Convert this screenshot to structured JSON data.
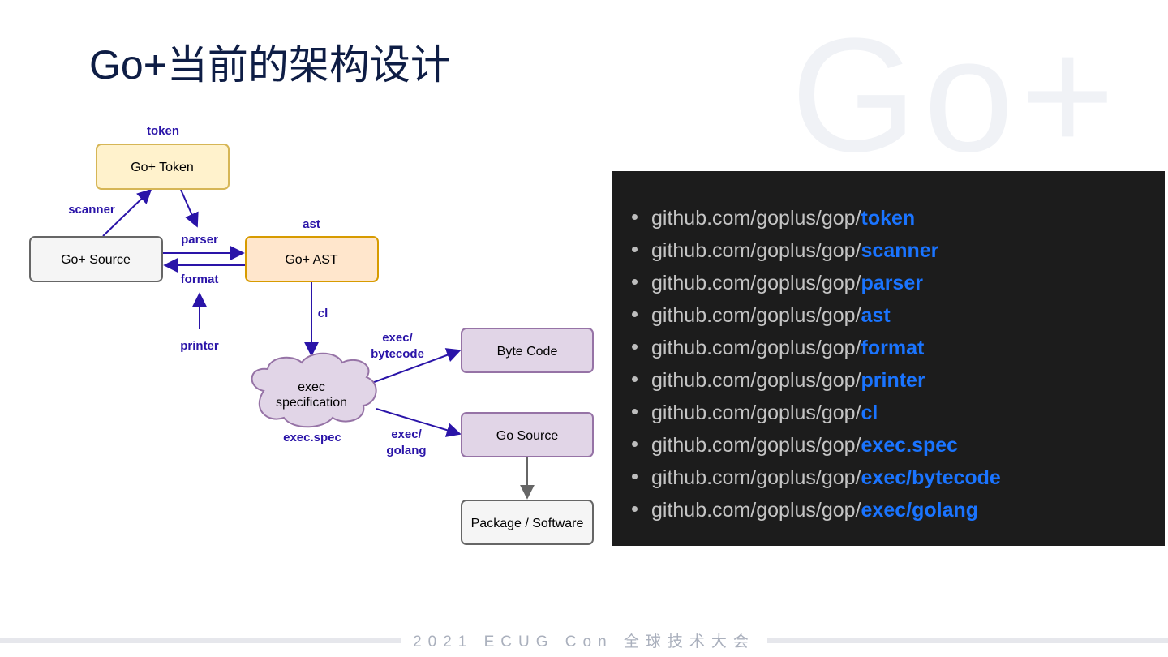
{
  "slide": {
    "title": "Go+当前的架构设计",
    "watermark": "Go+",
    "footer": "2021 ECUG Con 全球技术大会"
  },
  "diagram": {
    "nodes": {
      "token": "Go+ Token",
      "source": "Go+ Source",
      "ast": "Go+ AST",
      "exec_line1": "exec",
      "exec_line2": "specification",
      "bytecode": "Byte Code",
      "gosource": "Go Source",
      "package": "Package / Software"
    },
    "labels": {
      "token": "token",
      "scanner": "scanner",
      "parser": "parser",
      "ast": "ast",
      "format": "format",
      "printer": "printer",
      "cl": "cl",
      "exec_bytecode_1": "exec/",
      "exec_bytecode_2": "bytecode",
      "exec_spec": "exec.spec",
      "exec_golang_1": "exec/",
      "exec_golang_2": "golang"
    },
    "colors": {
      "arrow": "#2a14a8",
      "token_fill": "#fff2cc",
      "token_stroke": "#d6b656",
      "ast_fill": "#ffe6cc",
      "ast_stroke": "#d79b00",
      "purple_fill": "#e1d5e7",
      "purple_stroke": "#9673a6",
      "gray_fill": "#f5f5f5",
      "gray_stroke": "#666666"
    }
  },
  "packages": {
    "prefix": "github.com/goplus/gop/",
    "items": [
      {
        "name": "token"
      },
      {
        "name": "scanner"
      },
      {
        "name": "parser"
      },
      {
        "name": "ast"
      },
      {
        "name": "format"
      },
      {
        "name": "printer"
      },
      {
        "name": "cl"
      },
      {
        "name": "exec.spec"
      },
      {
        "name": "exec/bytecode"
      },
      {
        "name": "exec/golang"
      }
    ],
    "highlight_color": "#1a74ff"
  }
}
